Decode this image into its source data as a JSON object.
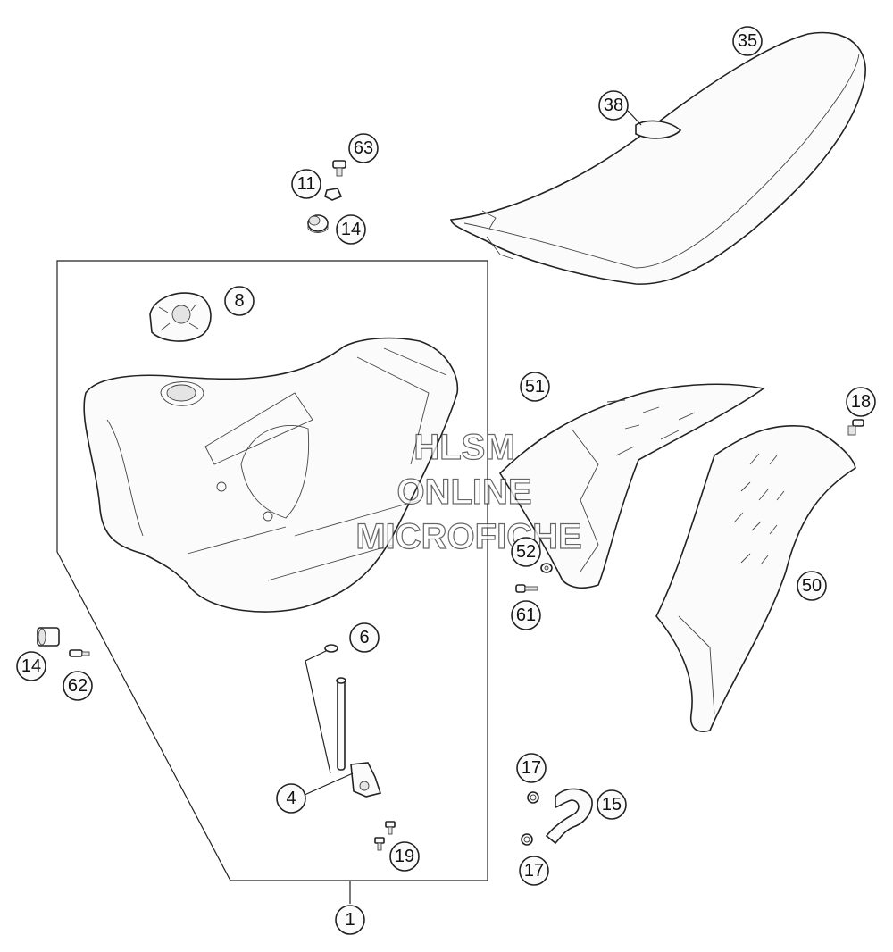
{
  "watermark": {
    "line1": "HLSM",
    "line2": "ONLINE",
    "line3": "MICROFICHE"
  },
  "callouts": {
    "c1": "1",
    "c4": "4",
    "c6": "6",
    "c8": "8",
    "c11": "11",
    "c14a": "14",
    "c14b": "14",
    "c15": "15",
    "c17a": "17",
    "c17b": "17",
    "c18": "18",
    "c19": "19",
    "c35": "35",
    "c38": "38",
    "c50": "50",
    "c51": "51",
    "c52": "52",
    "c61": "61",
    "c62": "62",
    "c63": "63"
  }
}
